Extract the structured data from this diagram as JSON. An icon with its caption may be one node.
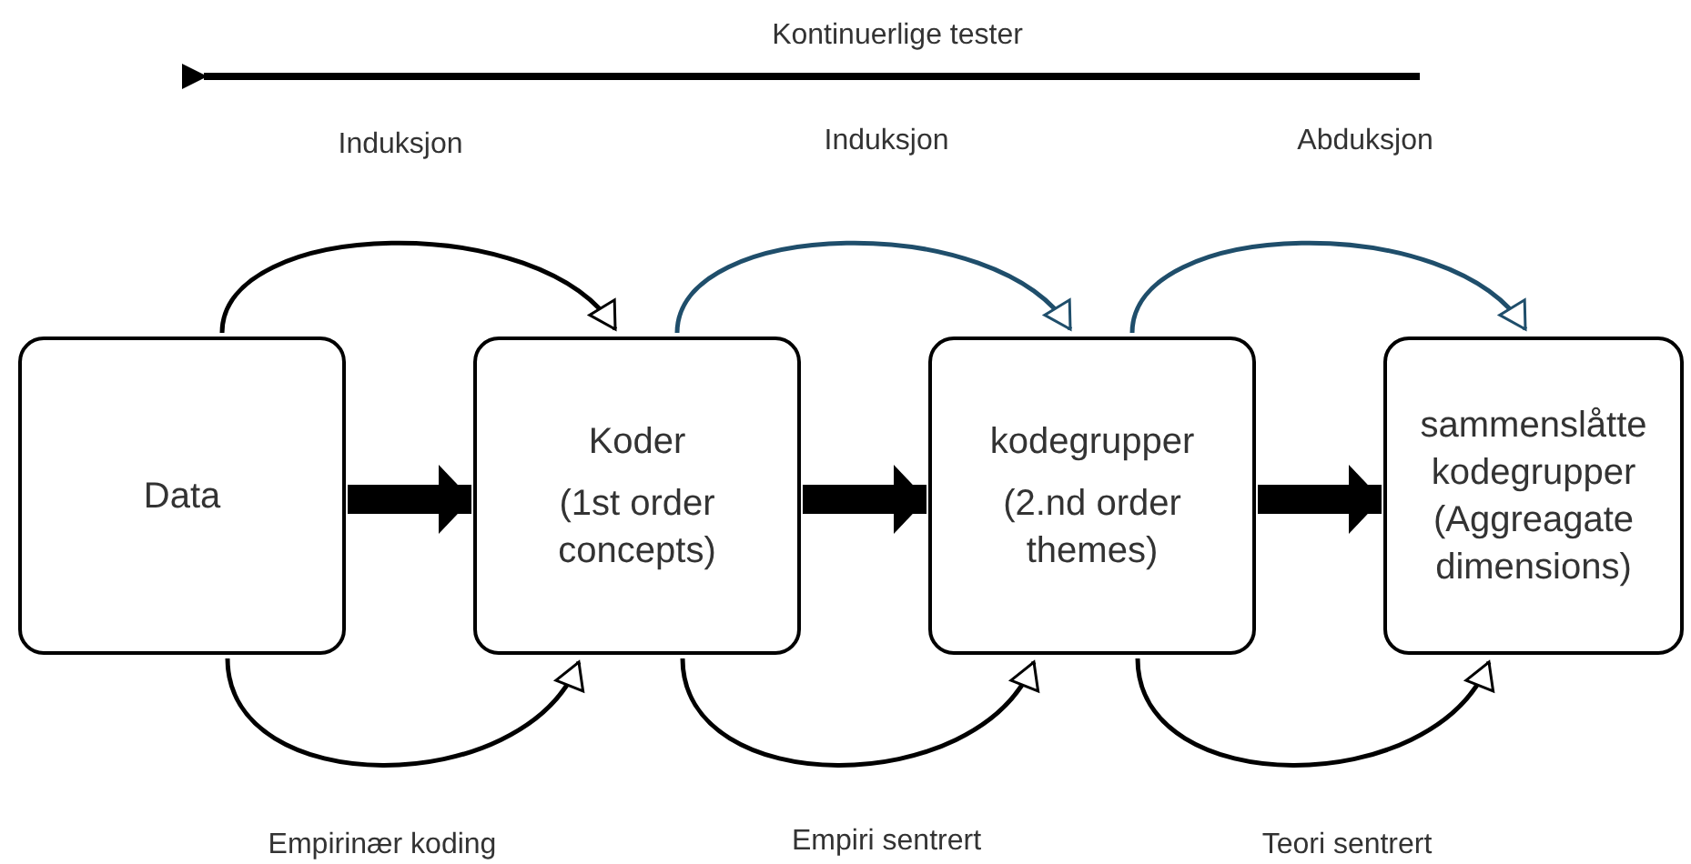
{
  "diagram": {
    "nodes": [
      {
        "text": [
          "Data"
        ]
      },
      {
        "text": [
          "Koder",
          "(1st order concepts)"
        ]
      },
      {
        "text": [
          "kodegrupper",
          "(2.nd order themes)"
        ]
      },
      {
        "text": [
          "sammenslåtte kodegrupper",
          "(Aggreagate dimensions)"
        ]
      }
    ],
    "edges": [
      {
        "from": 0,
        "to": 1,
        "arrow": "to",
        "style": "thick"
      },
      {
        "from": 1,
        "to": 2,
        "arrow": "to",
        "style": "thick"
      },
      {
        "from": 2,
        "to": 3,
        "arrow": "to",
        "style": "thick"
      },
      {
        "from": 0,
        "to": 1,
        "arrow": "to"
      },
      {
        "from": 1,
        "to": 2,
        "arrow": "to",
        "color": "#1f4e6b"
      },
      {
        "from": 2,
        "to": 3,
        "arrow": "to",
        "color": "#1f4e6b"
      },
      {
        "from": 0,
        "to": 1,
        "arrow": "to"
      },
      {
        "from": 1,
        "to": 2,
        "arrow": "to"
      },
      {
        "from": 2,
        "to": 3,
        "arrow": "to"
      }
    ],
    "labels": [
      "Kontinuerlige tester",
      "Induksjon",
      "Induksjon",
      "Abduksjon",
      "Empirinær koding",
      "Empiri sentrert",
      "Teori sentrert"
    ]
  }
}
